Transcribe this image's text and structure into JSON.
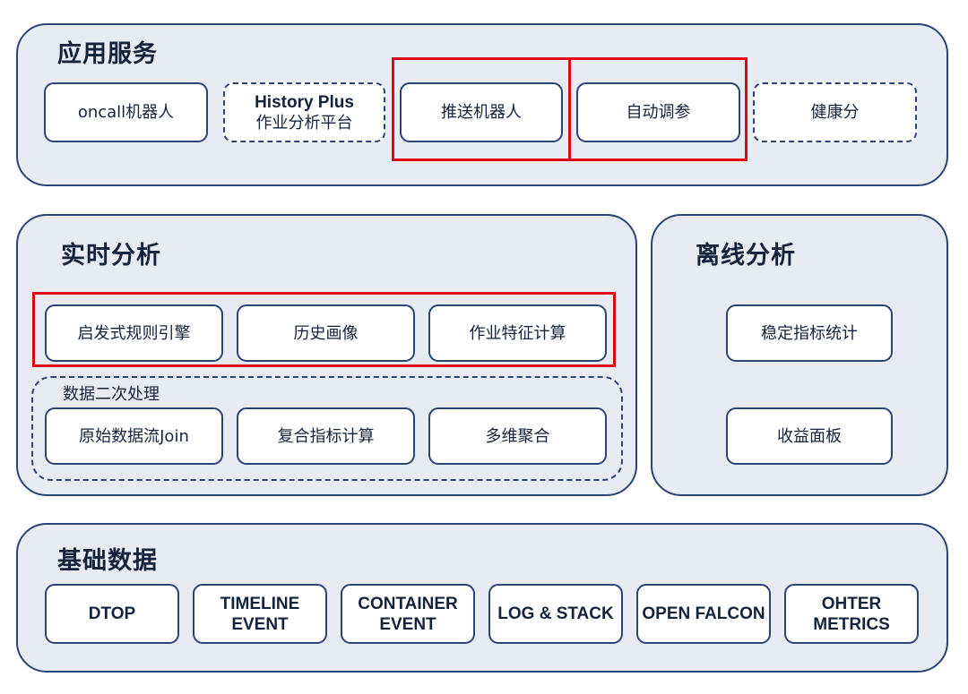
{
  "application_services": {
    "title": "应用服务",
    "items": [
      {
        "lines": [
          "oncall机器人"
        ]
      },
      {
        "lines": [
          "History Plus",
          "作业分析平台"
        ]
      },
      {
        "lines": [
          "推送机器人"
        ]
      },
      {
        "lines": [
          "自动调参"
        ]
      },
      {
        "lines": [
          "健康分"
        ]
      }
    ]
  },
  "realtime_analysis": {
    "title": "实时分析",
    "row1": [
      "启发式规则引擎",
      "历史画像",
      "作业特征计算"
    ],
    "data_processing": {
      "label": "数据二次处理",
      "items": [
        "原始数据流Join",
        "复合指标计算",
        "多维聚合"
      ]
    }
  },
  "offline_analysis": {
    "title": "离线分析",
    "items": [
      "稳定指标统计",
      "收益面板"
    ]
  },
  "base_data": {
    "title": "基础数据",
    "items": [
      {
        "lines": [
          "DTOP"
        ]
      },
      {
        "lines": [
          "TIMELINE",
          "EVENT"
        ]
      },
      {
        "lines": [
          "CONTAINER",
          "EVENT"
        ]
      },
      {
        "lines": [
          "LOG & STACK"
        ]
      },
      {
        "lines": [
          "OPEN FALCON"
        ]
      },
      {
        "lines": [
          "OHTER",
          "METRICS"
        ]
      }
    ]
  },
  "colors": {
    "panel_fill": "#e7ebf2",
    "border": "#2a4476",
    "highlight": "#e0061a",
    "text": "#14233c"
  }
}
